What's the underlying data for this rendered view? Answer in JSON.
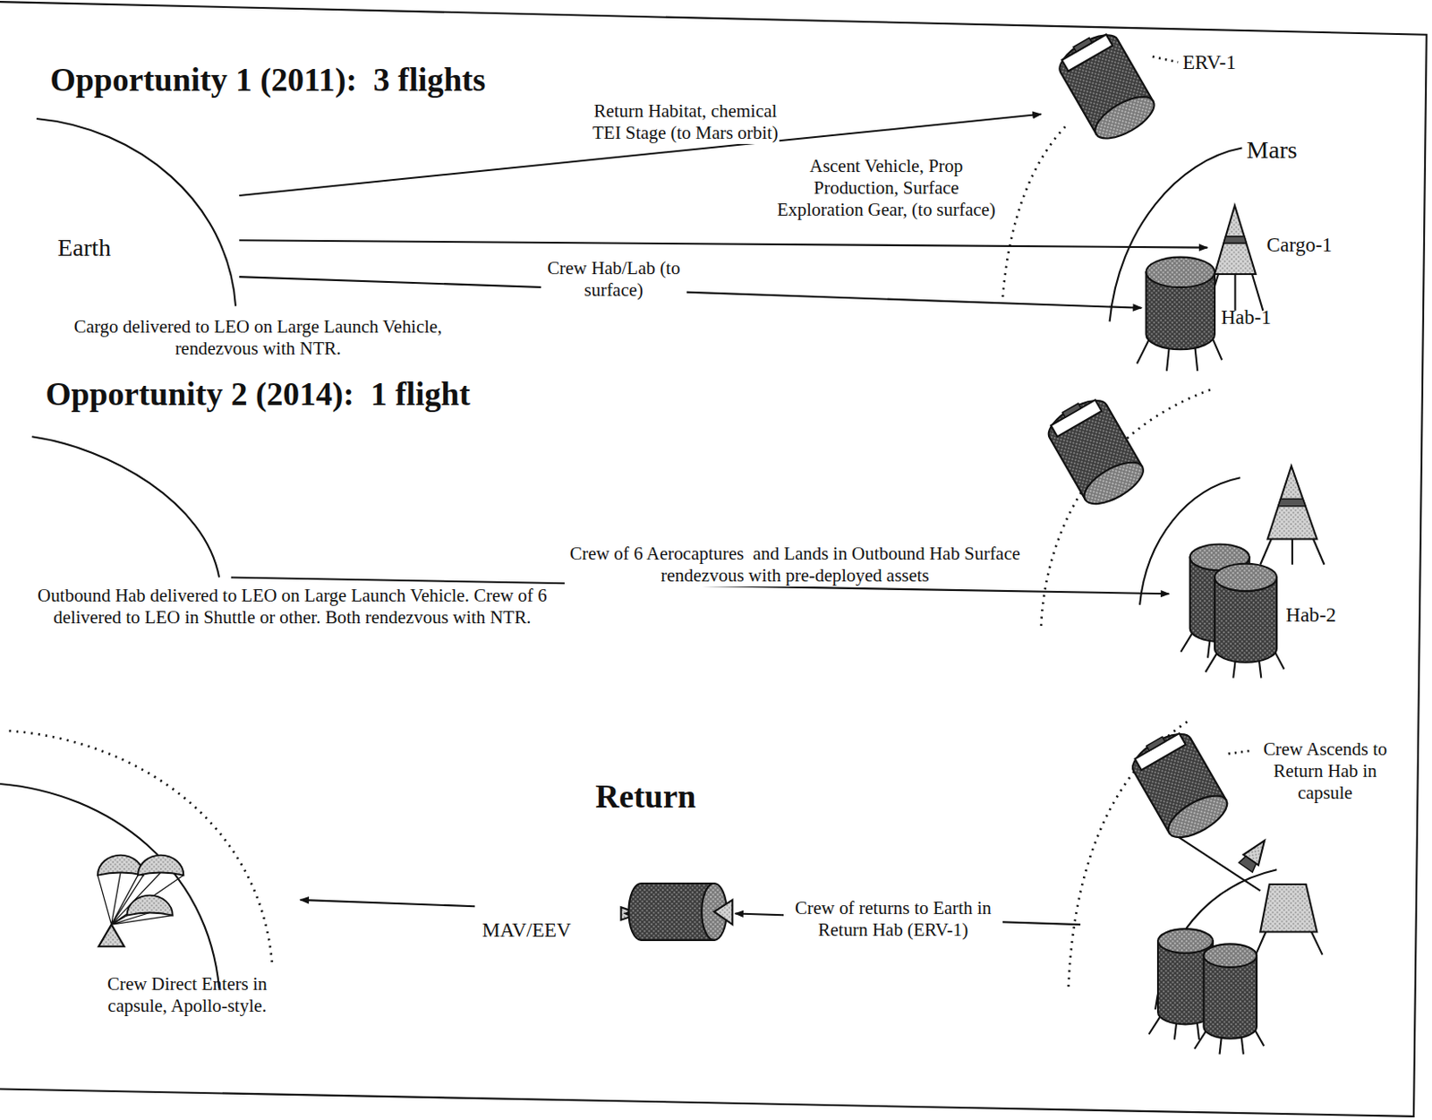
{
  "diagram": {
    "title": "Opportunity 1 (2011):  3 flights",
    "nodes": [
      {
        "text": [
          "Earth"
        ]
      },
      {
        "text": [
          "ERV-1"
        ]
      },
      {
        "text": [
          "Cargo-1"
        ]
      },
      {
        "text": [
          "Hab-1"
        ]
      },
      {
        "text": [
          "Hab-2"
        ]
      },
      {
        "text": [
          "MAV/EEV"
        ]
      },
      {
        "text": [
          "Crew Direct Enters in capsule, Apollo-style."
        ]
      }
    ],
    "edges": [
      {
        "from": 0,
        "to": 1,
        "arrow": "to",
        "label": "Return Habitat, chemical TEI Stage (to Mars orbit)"
      },
      {
        "from": 0,
        "to": 2,
        "arrow": "to",
        "label": "Ascent Vehicle, Prop Production, Surface Exploration Gear, (to surface)"
      },
      {
        "from": 0,
        "to": 3,
        "arrow": "to",
        "label": "Crew Hab/Lab (to surface)"
      },
      {
        "from": 5,
        "to": 6,
        "arrow": "to"
      }
    ],
    "labels": [
      "Opportunity 2 (2014):  1 flight",
      "Return",
      "Cargo delivered to LEO on Large Launch Vehicle, rendezvous with NTR.",
      "Mars",
      "Crew of 6 Aerocaptures  and Lands in Outbound Hab Surface rendezvous with pre-deployed assets",
      "Outbound Hab delivered to LEO on Large Launch Vehicle. Crew of 6 delivered to LEO in Shuttle or other. Both rendezvous with NTR.",
      "Crew Ascends to Return Hab in capsule",
      "Crew of returns to Earth in Return Hab (ERV-1)"
    ]
  }
}
